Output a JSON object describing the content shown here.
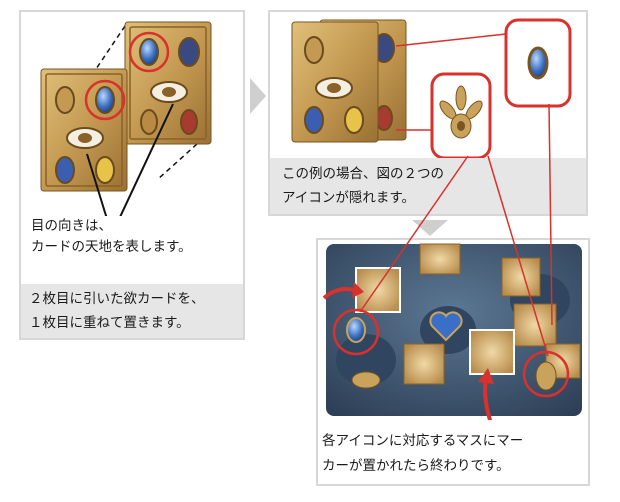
{
  "colors": {
    "card_gold": "#c9a35c",
    "card_dark": "#8a6128",
    "highlight_red": "#d9312b",
    "board_slate": "#3f5872",
    "caption_gray": "#e6e6e6",
    "arrow_gray": "#cfcfcf"
  },
  "panel_left": {
    "note_lines": [
      "目の向きは、",
      "カードの天地を表します。"
    ],
    "caption_lines": [
      "２枚目に引いた欲カードを、",
      "１枚目に重ねて置きます。"
    ]
  },
  "panel_top_right": {
    "caption_lines": [
      "この例の場合、図の２つの",
      "アイコンが隠れます。"
    ]
  },
  "panel_bottom_right": {
    "caption_lines": [
      "各アイコンに対応するマスにマー",
      "カーが置かれたら終わりです。"
    ]
  },
  "icons": [
    "eye-icon",
    "gem-icon",
    "heart-icon",
    "fish-icon",
    "beetle-icon",
    "diamond-icon",
    "flower-icon",
    "sun-tile-icon"
  ]
}
